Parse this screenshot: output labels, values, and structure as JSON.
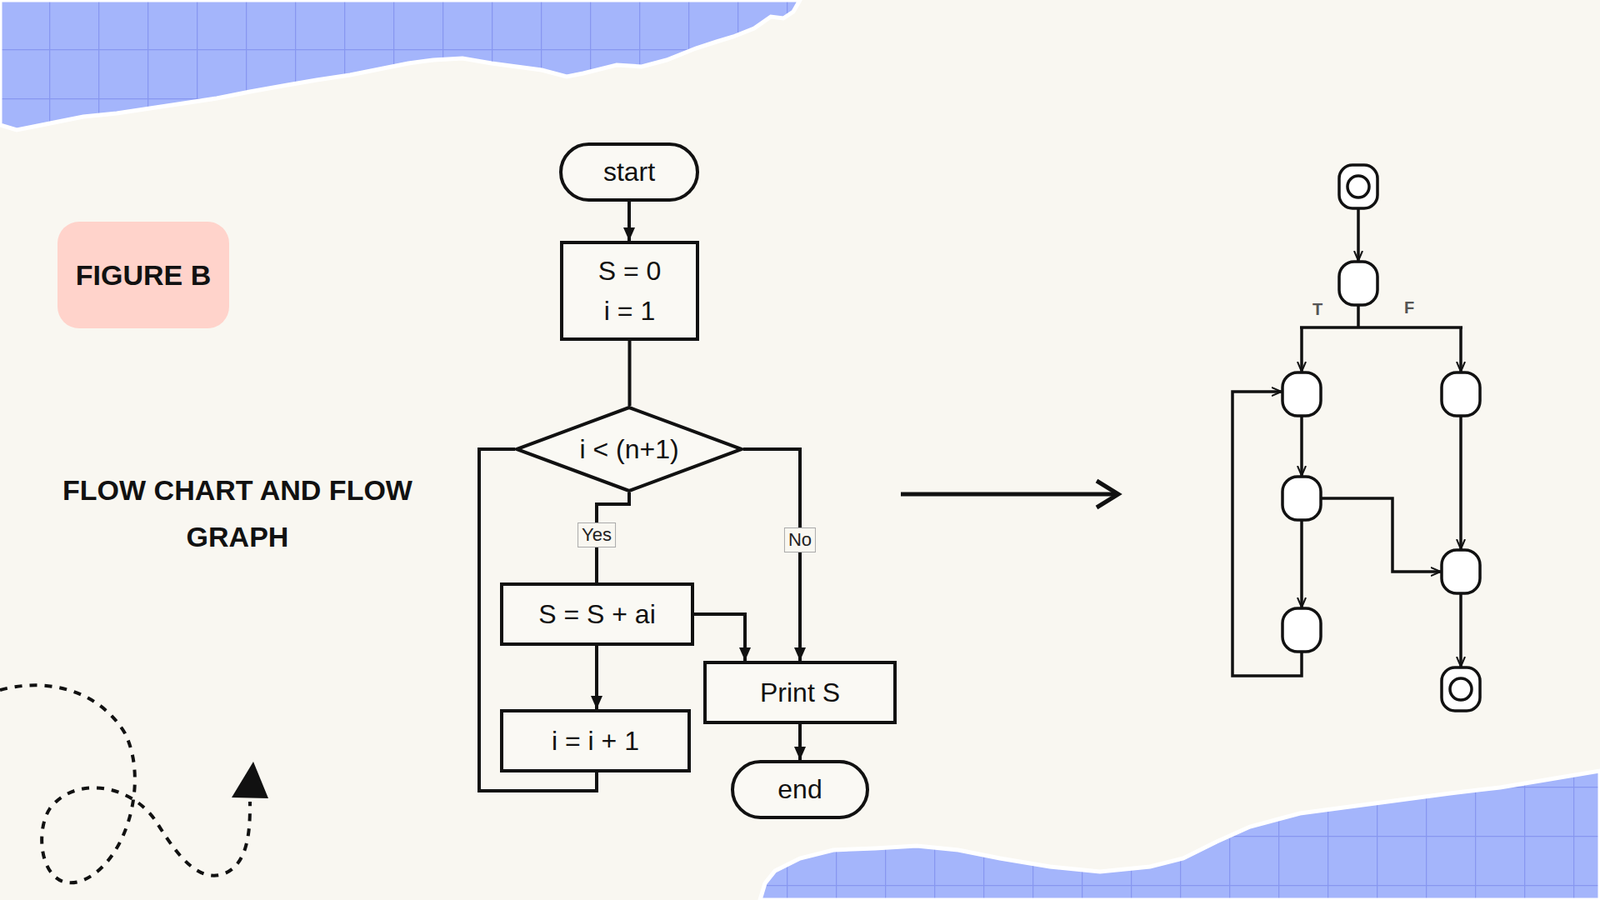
{
  "diagram": {
    "title": "FLOW CHART AND FLOW GRAPH",
    "nodes": [
      {
        "text": [
          "FIGURE B"
        ]
      },
      {
        "text": [
          "start"
        ]
      },
      {
        "text": [
          "S = 0 i = 1"
        ]
      },
      {
        "text": [
          "i < (n+1)"
        ]
      },
      {
        "text": [
          "S = S + ai"
        ]
      },
      {
        "text": [
          "i = i + 1"
        ]
      },
      {
        "text": [
          "Print S"
        ]
      },
      {
        "text": [
          "end"
        ]
      }
    ],
    "edges": [
      {
        "from": 1,
        "to": 2,
        "arrow": "to"
      },
      {
        "from": 2,
        "to": 3,
        "arrow": "none"
      },
      {
        "from": 3,
        "to": 4,
        "label": "Yes",
        "arrow": "none"
      },
      {
        "from": 3,
        "to": 6,
        "label": "No",
        "arrow": "to"
      },
      {
        "from": 4,
        "to": 5,
        "arrow": "to"
      },
      {
        "from": 4,
        "to": 6,
        "arrow": "to"
      },
      {
        "from": 5,
        "to": 3,
        "arrow": "none"
      },
      {
        "from": 6,
        "to": 7,
        "arrow": "to"
      }
    ],
    "labels": [
      "T",
      "F"
    ]
  }
}
